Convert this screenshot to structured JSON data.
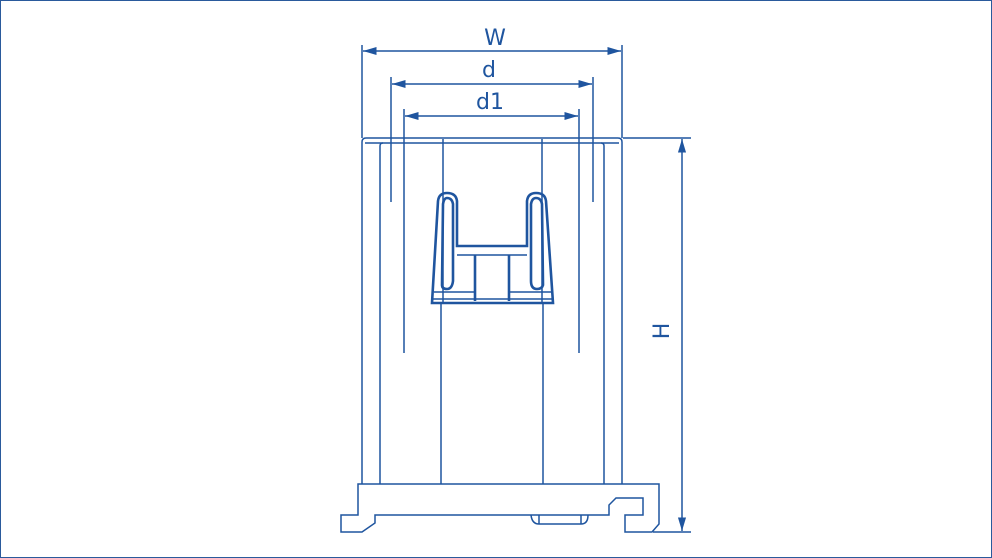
{
  "dimensions": {
    "width_label": "W",
    "outer_diameter_label": "d",
    "inner_diameter_label": "d1",
    "height_label": "H"
  },
  "colors": {
    "line": "#1f559f",
    "border": "#2a5a9c",
    "background": "#ffffff"
  }
}
